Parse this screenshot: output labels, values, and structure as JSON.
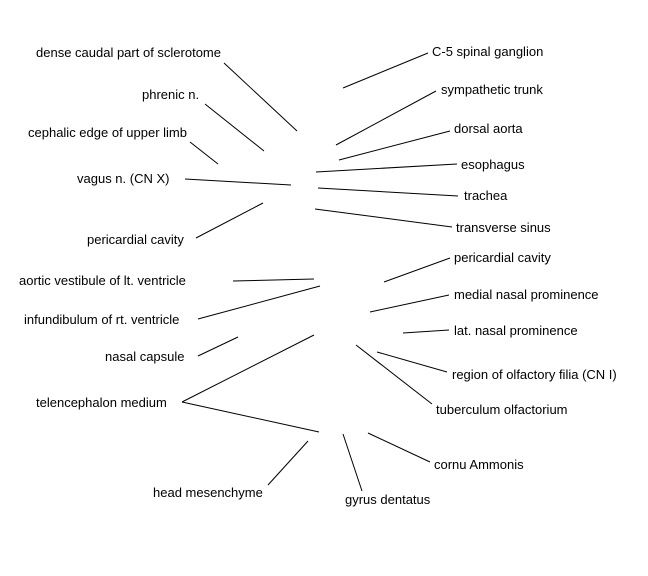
{
  "diagram": {
    "labels": {
      "dense_caudal_sclerotome": "dense caudal part of sclerotome",
      "phrenic_n": "phrenic n.",
      "cephalic_edge_upper_limb": "cephalic edge of upper limb",
      "vagus_n": "vagus n. (CN X)",
      "pericardial_cavity_left": "pericardial cavity",
      "aortic_vestibule": "aortic vestibule of lt. ventricle",
      "infundibulum": "infundibulum of rt. ventricle",
      "nasal_capsule": "nasal capsule",
      "telencephalon_medium": "telencephalon medium",
      "head_mesenchyme": "head mesenchyme",
      "gyrus_dentatus": "gyrus dentatus",
      "cornu_ammonis": "cornu Ammonis",
      "tuberculum_olfactorium": "tuberculum olfactorium",
      "olfactory_filia": "region of olfactory filia (CN I)",
      "lat_nasal_prominence": "lat. nasal prominence",
      "medial_nasal_prominence": "medial nasal prominence",
      "pericardial_cavity_right": "pericardial cavity",
      "transverse_sinus": "transverse sinus",
      "trachea": "trachea",
      "esophagus": "esophagus",
      "dorsal_aorta": "dorsal aorta",
      "sympathetic_trunk": "sympathetic trunk",
      "c5_spinal_ganglion": "C-5 spinal ganglion"
    },
    "line_color": "#000000",
    "text_color": "#000000"
  }
}
